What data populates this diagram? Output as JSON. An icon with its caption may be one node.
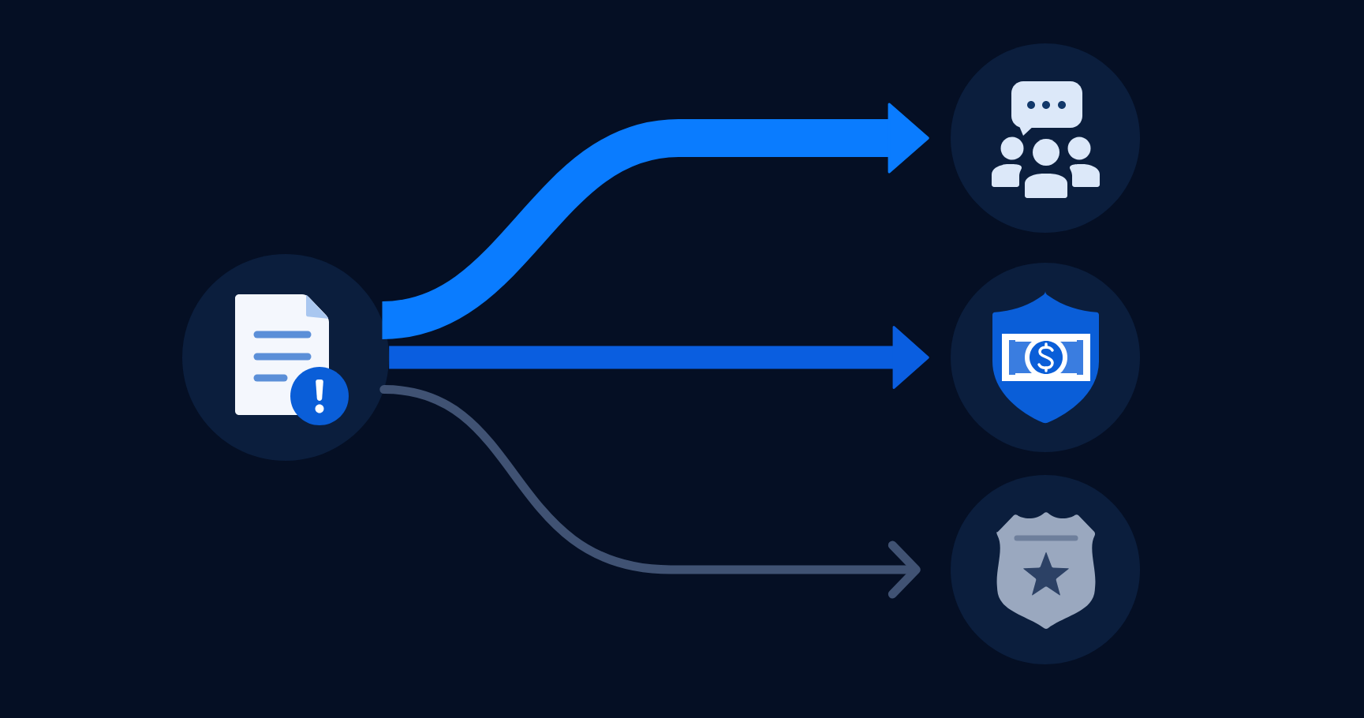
{
  "diagram": {
    "nodes": [
      {
        "text": [],
        "shape": "circle"
      },
      {
        "text": [],
        "shape": "circle"
      },
      {
        "text": [],
        "shape": "circle"
      },
      {
        "text": [],
        "shape": "circle"
      }
    ],
    "edges": [
      {
        "from": 0,
        "to": 1,
        "arrow": "to",
        "color": "#0a7cff"
      },
      {
        "from": 0,
        "to": 2,
        "arrow": "to",
        "color": "#0a5ee0"
      },
      {
        "from": 0,
        "to": 3,
        "arrow": "to",
        "color": "#405273"
      }
    ]
  }
}
